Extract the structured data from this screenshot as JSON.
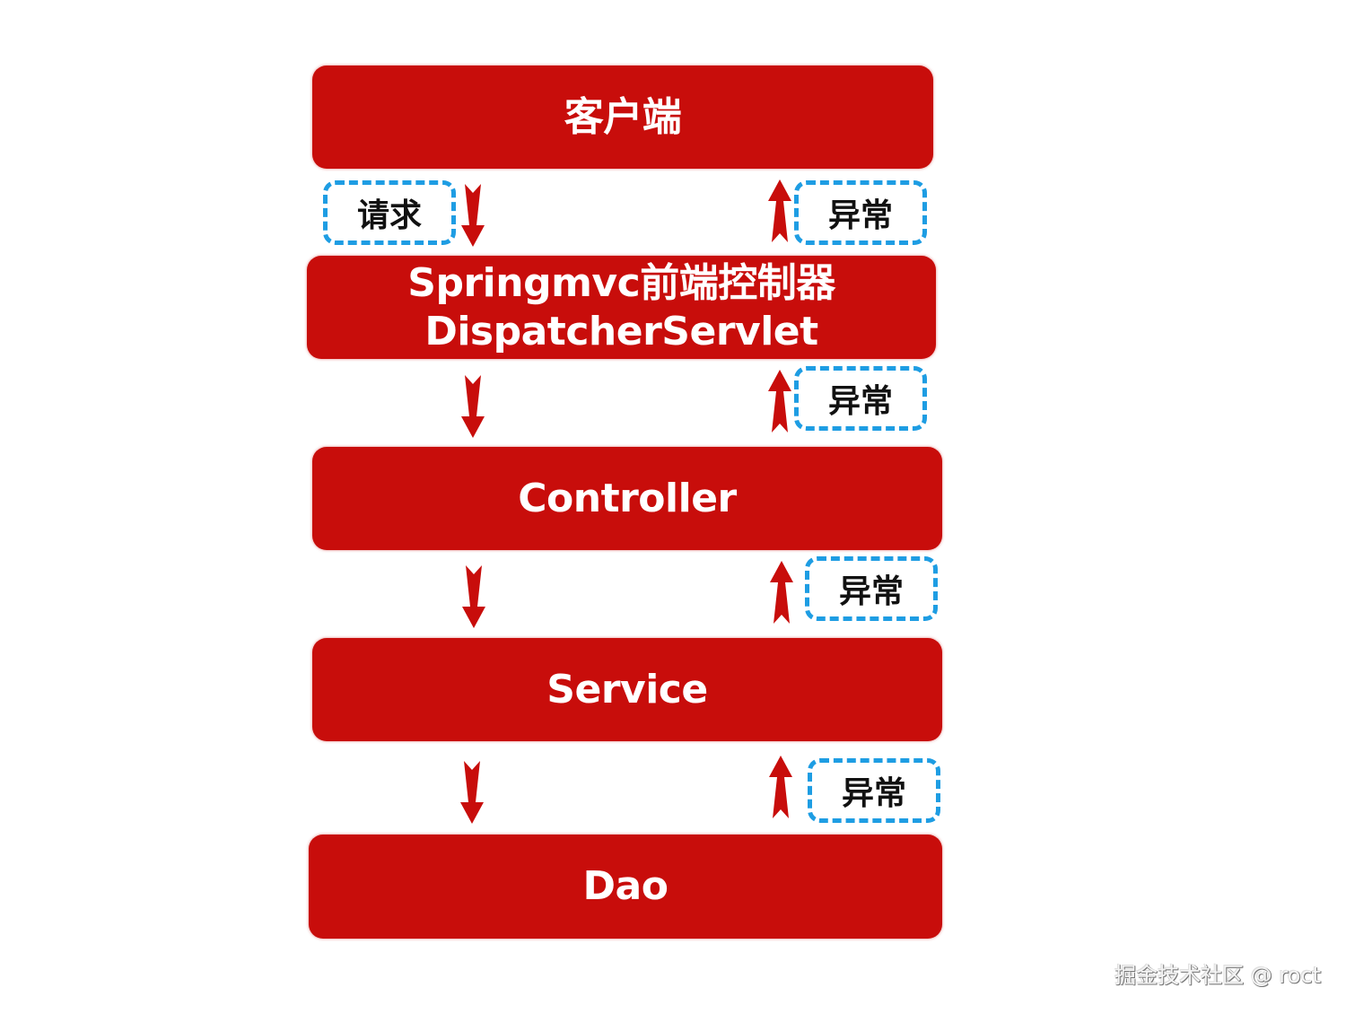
{
  "diagram": {
    "title": "Spring MVC exception propagation layers",
    "colors": {
      "layer_fill": "#c80d0b",
      "tag_border": "#1e9de3",
      "arrow": "#c80d0b",
      "text_light": "#ffffff",
      "text_dark": "#111111"
    },
    "layers": [
      {
        "id": "client",
        "lines": [
          "客户端"
        ]
      },
      {
        "id": "dispatcher",
        "lines": [
          "Springmvc前端控制器",
          "DispatcherServlet"
        ]
      },
      {
        "id": "controller",
        "lines": [
          "Controller"
        ]
      },
      {
        "id": "service",
        "lines": [
          "Service"
        ]
      },
      {
        "id": "dao",
        "lines": [
          "Dao"
        ]
      }
    ],
    "request_tag": {
      "label": "请求"
    },
    "exception_tags": [
      {
        "between": "client-dispatcher",
        "label": "异常"
      },
      {
        "between": "dispatcher-controller",
        "label": "异常"
      },
      {
        "between": "controller-service",
        "label": "异常"
      },
      {
        "between": "service-dao",
        "label": "异常"
      }
    ],
    "flows": {
      "down": "request-flow",
      "up": "exception-flow"
    }
  },
  "watermark": {
    "text": "掘金技术社区 @ roct"
  }
}
